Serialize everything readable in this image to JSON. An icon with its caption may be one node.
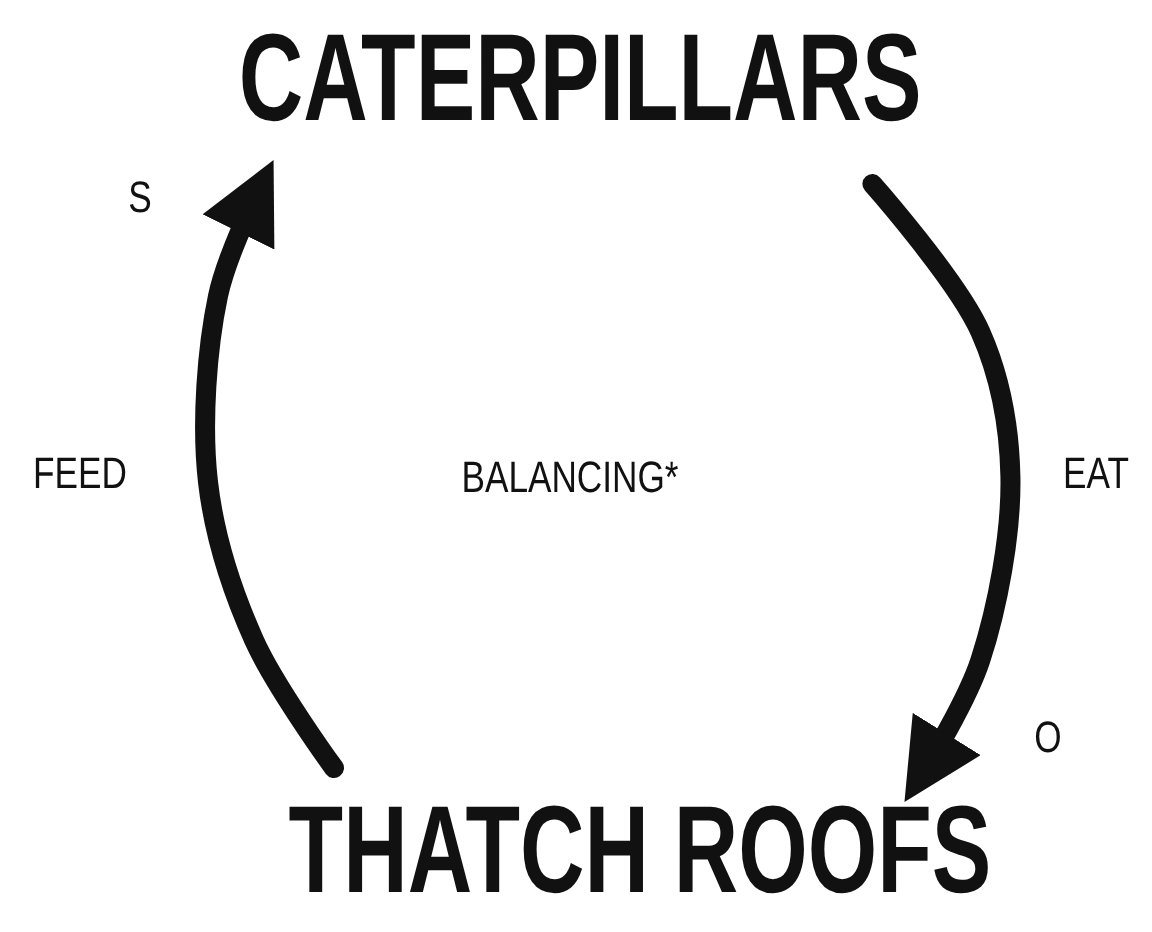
{
  "diagram": {
    "nodes": [
      {
        "text": [
          "CATERPILLARS"
        ]
      },
      {
        "text": [
          "THATCH ROOFS"
        ]
      }
    ],
    "edges": [
      {
        "from": 0,
        "to": 1,
        "arrow": "to",
        "label": "EAT"
      },
      {
        "from": 1,
        "to": 0,
        "arrow": "to",
        "label": "FEED"
      }
    ],
    "labels": [
      "S",
      "BALANCING*",
      "O"
    ]
  }
}
